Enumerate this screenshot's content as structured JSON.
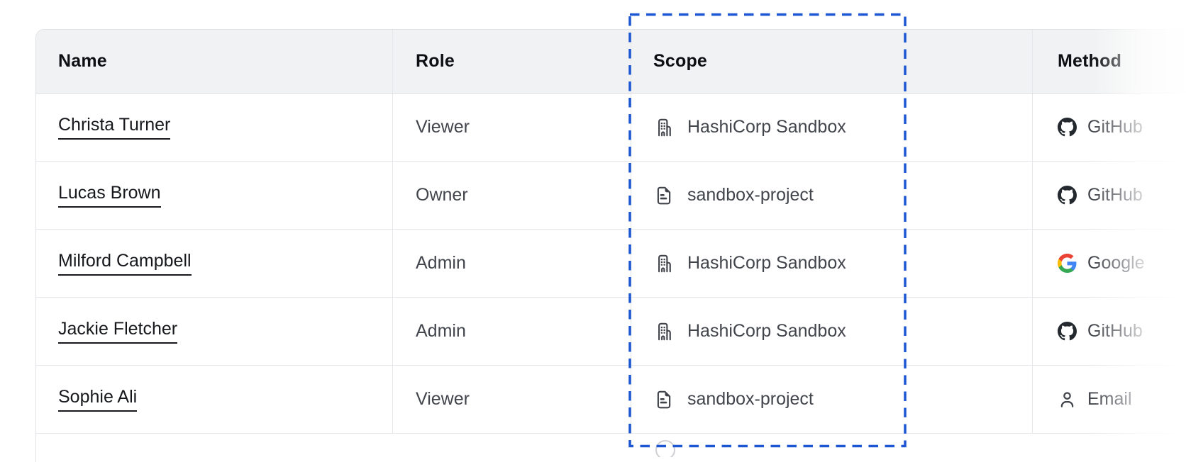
{
  "table": {
    "headers": [
      "Name",
      "Role",
      "Scope",
      "Method"
    ],
    "rows": [
      {
        "name": "Christa Turner",
        "role": "Viewer",
        "scope": "HashiCorp Sandbox",
        "scope_icon": "building-icon",
        "method": "GitHub",
        "method_icon": "github-icon"
      },
      {
        "name": "Lucas Brown",
        "role": "Owner",
        "scope": "sandbox-project",
        "scope_icon": "file-text-icon",
        "method": "GitHub",
        "method_icon": "github-icon"
      },
      {
        "name": "Milford Campbell",
        "role": "Admin",
        "scope": "HashiCorp Sandbox",
        "scope_icon": "building-icon",
        "method": "Google",
        "method_icon": "google-icon"
      },
      {
        "name": "Jackie Fletcher",
        "role": "Admin",
        "scope": "HashiCorp Sandbox",
        "scope_icon": "building-icon",
        "method": "GitHub",
        "method_icon": "github-icon"
      },
      {
        "name": "Sophie Ali",
        "role": "Viewer",
        "scope": "sandbox-project",
        "scope_icon": "file-text-icon",
        "method": "Email",
        "method_icon": "user-icon"
      }
    ]
  },
  "annotation": {
    "description": "dashed highlight box around Scope column",
    "color": "#1d56d2"
  },
  "colors": {
    "header_bg": "#f1f2f3",
    "row_border": "#e4e5e8",
    "text_strong": "#16181c",
    "text_body": "#42454c",
    "icon_stroke": "#40434a",
    "github_black": "#24292f",
    "google_blue": "#4285F4",
    "google_green": "#34A853",
    "google_yellow": "#FBBC05",
    "google_red": "#EA4335"
  }
}
